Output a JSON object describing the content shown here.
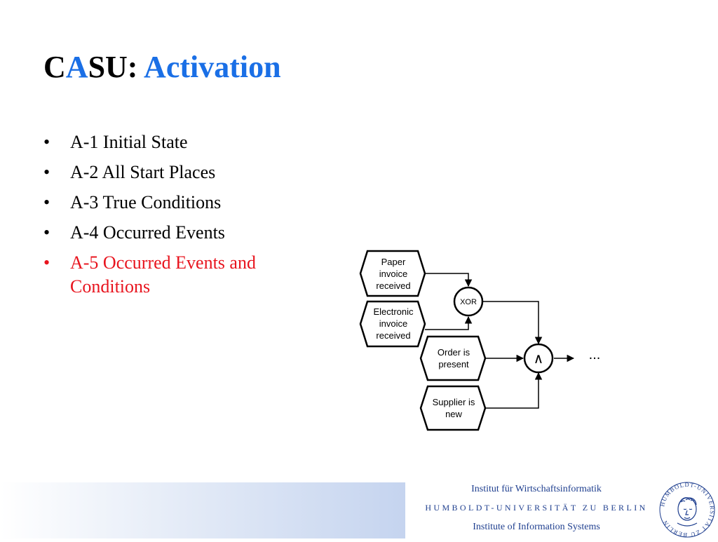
{
  "slide": {
    "title_c": "C",
    "title_a": "A",
    "title_su": "SU:",
    "title_activation": "Activation"
  },
  "bullets": [
    {
      "marker": "•",
      "text": "A-1 Initial State"
    },
    {
      "marker": "•",
      "text": "A-2 All Start Places"
    },
    {
      "marker": "•",
      "text": "A-3 True Conditions"
    },
    {
      "marker": "•",
      "text": "A-4 Occurred Events"
    },
    {
      "marker": "•",
      "text": "A-5 Occurred Events and Conditions"
    }
  ],
  "diagram": {
    "nodes": {
      "paper": [
        "Paper",
        "invoice",
        "received"
      ],
      "electronic": [
        "Electronic",
        "invoice",
        "received"
      ],
      "order": [
        "Order is",
        "present"
      ],
      "supplier": [
        "Supplier is",
        "new"
      ]
    },
    "xor_label": "XOR",
    "and_label": "∧",
    "continuation": "..."
  },
  "footer": {
    "line1": "Institut für Wirtschaftsinformatik",
    "line2": "HUMBOLDT-UNIVERSITÄT ZU BERLIN",
    "line3": "Institute of  Information Systems",
    "seal_text": "HUMBOLDT-UNIVERSITÄT ZU BERLIN"
  },
  "colors": {
    "title_accent": "#1a6fe6",
    "highlight_bullet": "#e8141e",
    "footer_text": "#1f3f8f"
  }
}
